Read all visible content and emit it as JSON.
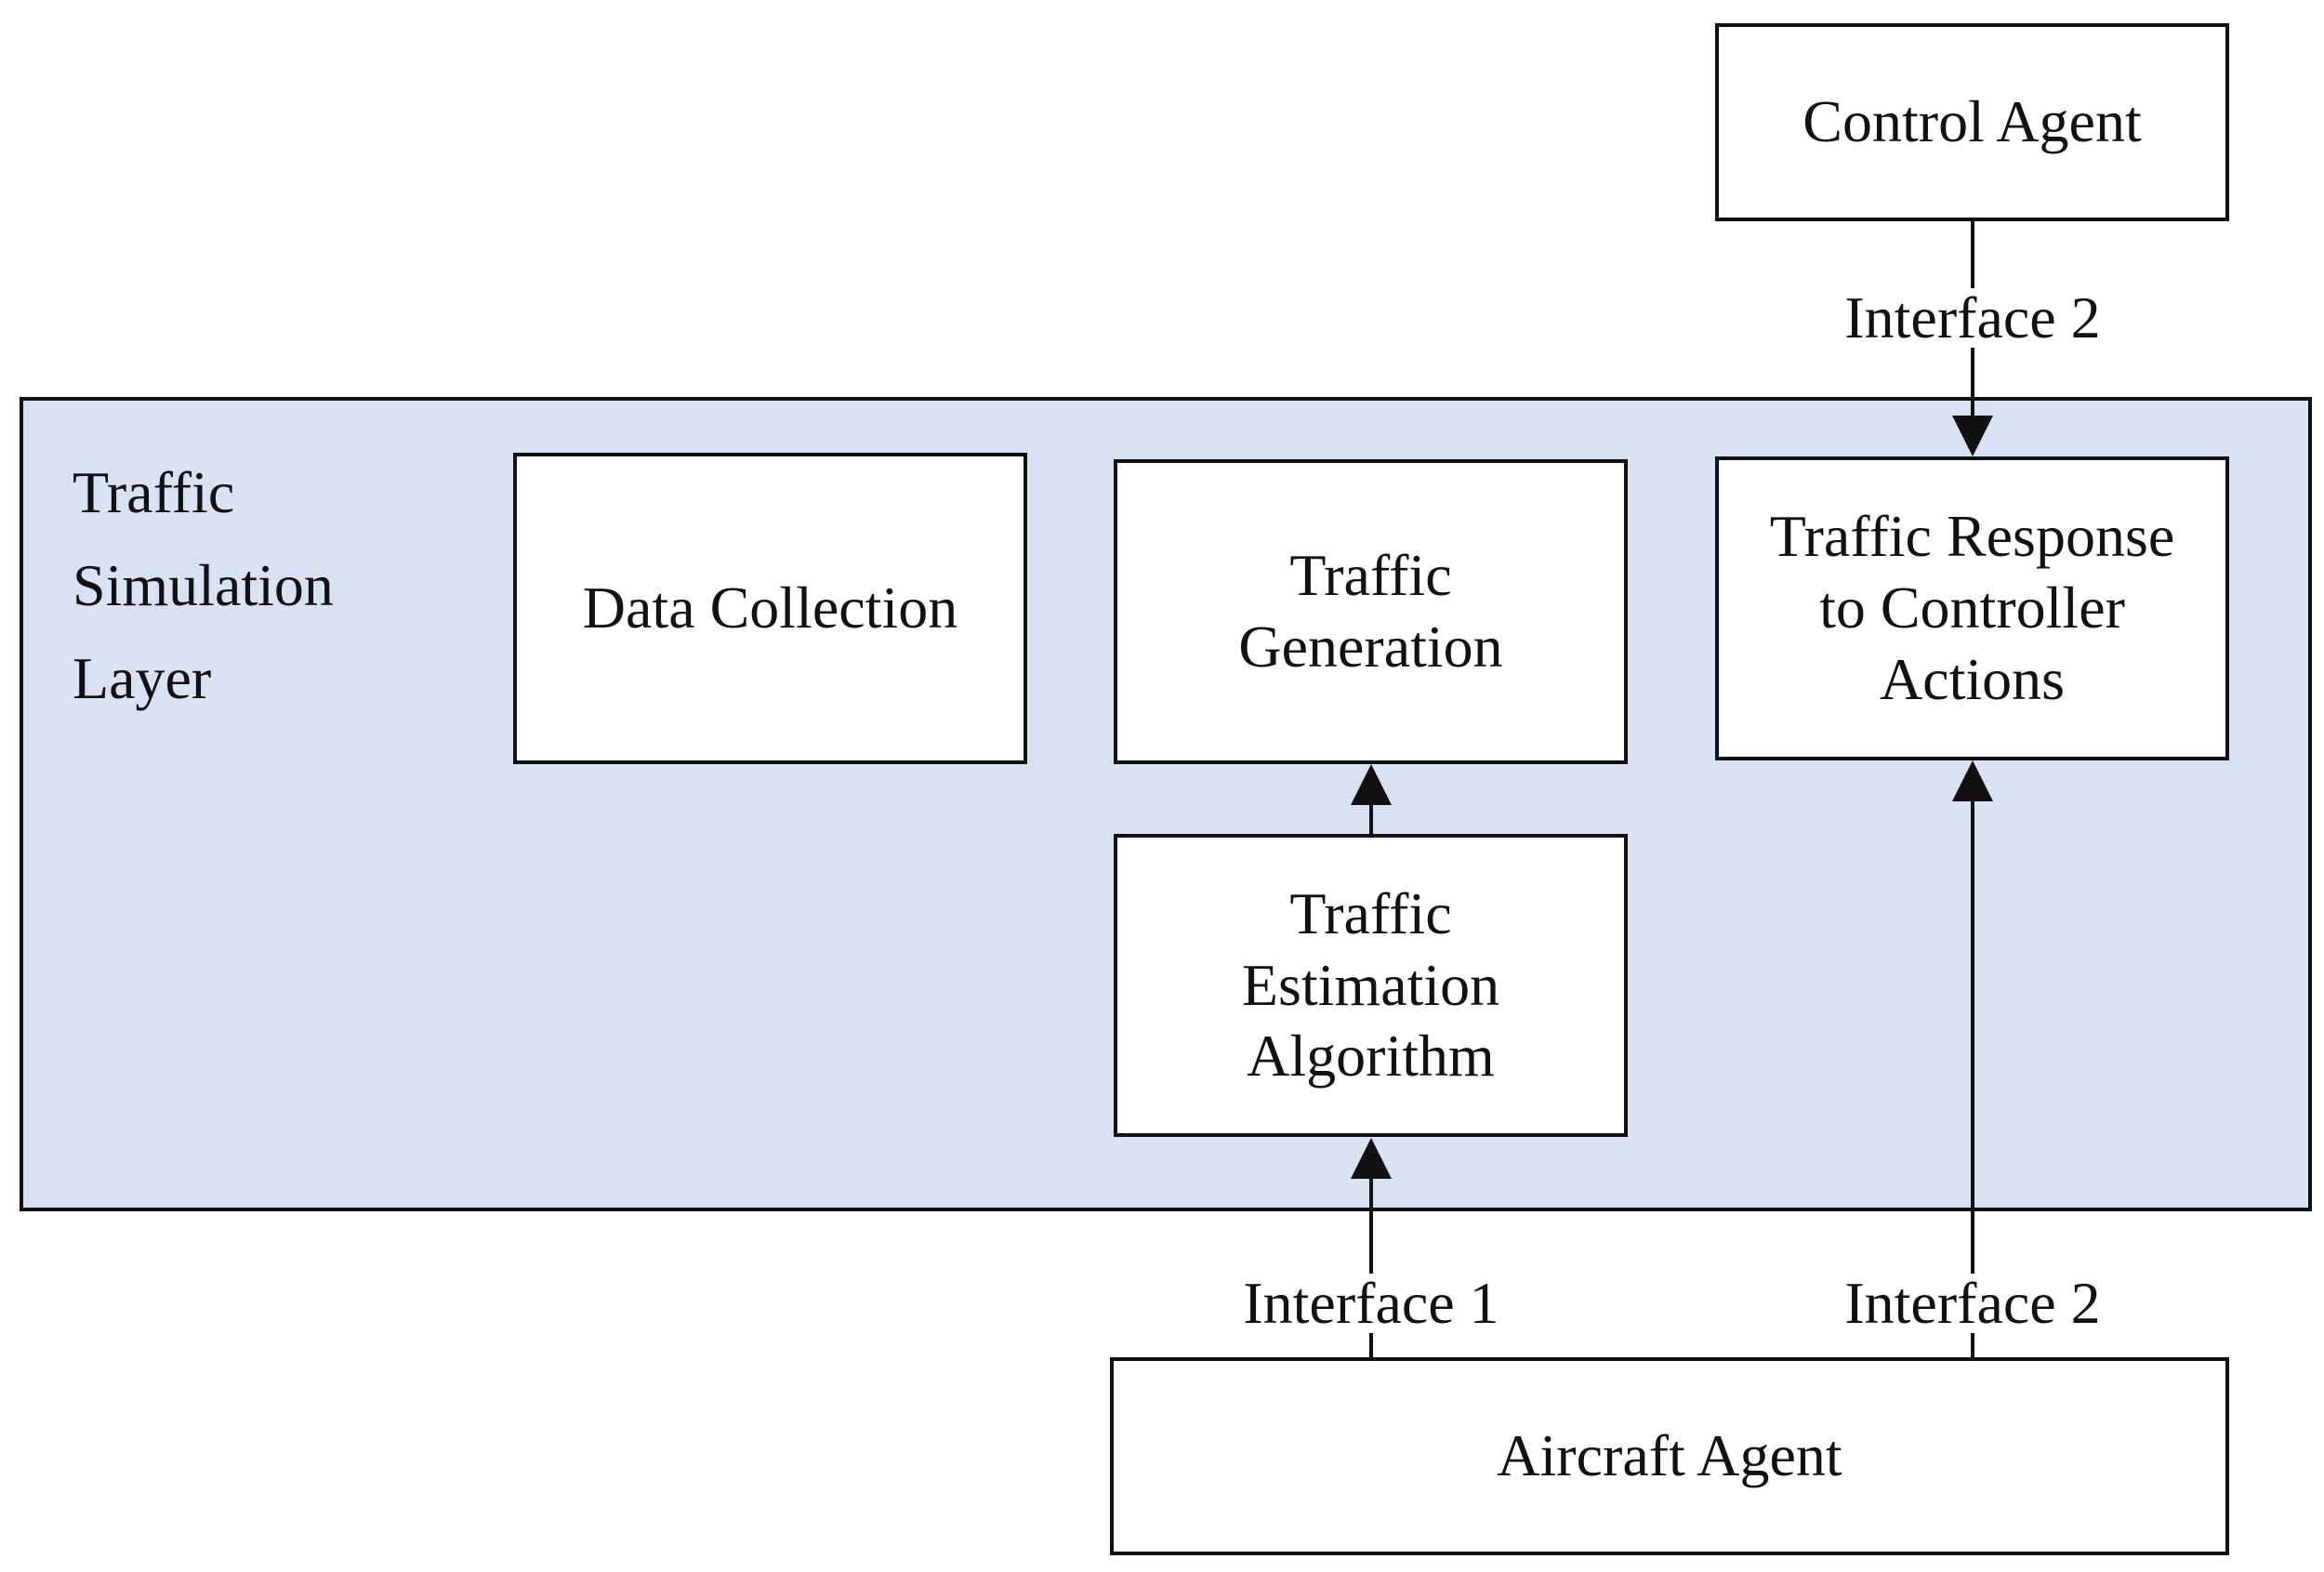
{
  "layer": {
    "label": "Traffic\nSimulation\nLayer"
  },
  "boxes": {
    "control_agent": "Control Agent",
    "data_collection": "Data Collection",
    "traffic_generation": "Traffic\nGeneration",
    "traffic_response": "Traffic Response\nto Controller\nActions",
    "traffic_estimation": "Traffic\nEstimation\nAlgorithm",
    "aircraft_agent": "Aircraft Agent"
  },
  "interfaces": {
    "top_interface_2": "Interface 2",
    "bottom_interface_1": "Interface 1",
    "bottom_interface_2": "Interface 2"
  }
}
